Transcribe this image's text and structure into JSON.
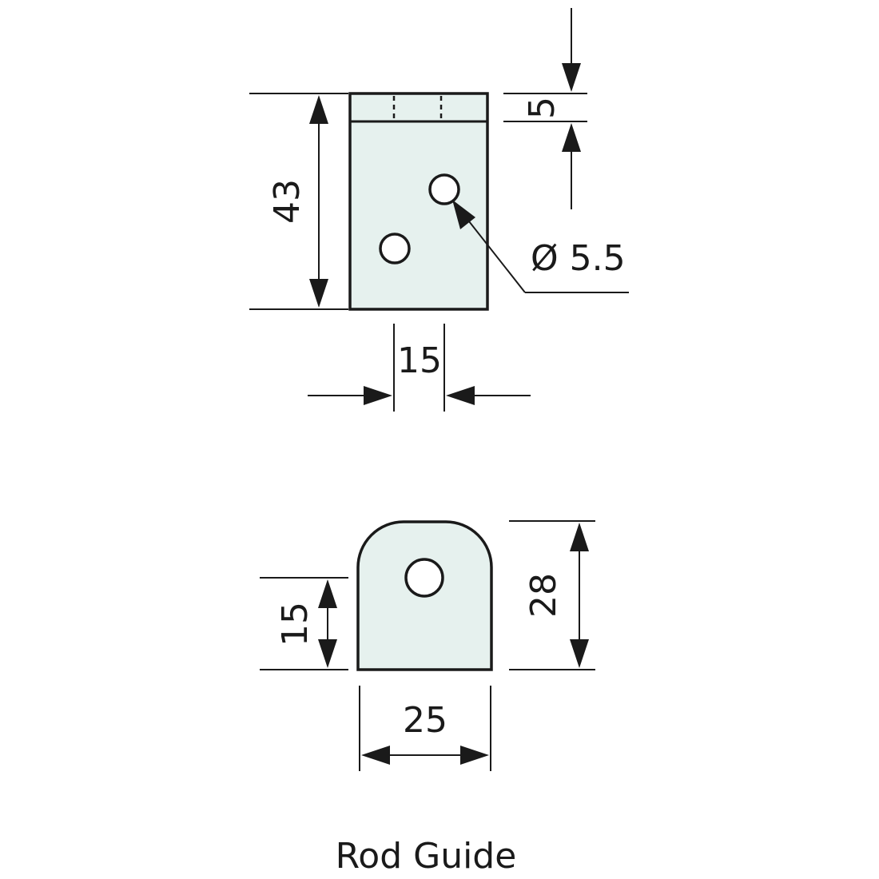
{
  "title": "Rod Guide",
  "front_view": {
    "height_label": "43",
    "slot_depth_label": "5",
    "hole_diameter_label": "Ø 5.5",
    "slot_width_label": "15"
  },
  "side_view": {
    "hole_height_label": "15",
    "height_label": "28",
    "width_label": "25"
  },
  "colors": {
    "part_fill": "#e6f1ee",
    "line": "#1a1a1a"
  }
}
